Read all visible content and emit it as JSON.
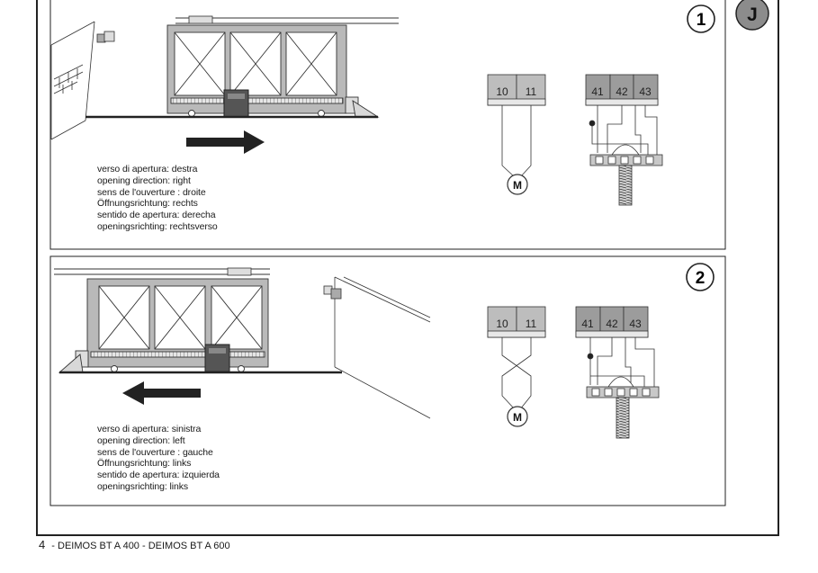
{
  "section_badge": "J",
  "footer": {
    "page_number": "4",
    "separator": "-",
    "title": "DEIMOS BT A 400 - DEIMOS BT A 600"
  },
  "panels": [
    {
      "number": "1",
      "motor_terminals": [
        "10",
        "11"
      ],
      "limit_terminals": [
        "41",
        "42",
        "43"
      ],
      "motor_label": "M",
      "captions": [
        "verso di apertura: destra",
        "opening direction: right",
        "sens de l'ouverture : droite",
        "Öffnungsrichtung: rechts",
        "sentido de apertura: derecha",
        "openingsrichting: rechtsverso"
      ]
    },
    {
      "number": "2",
      "motor_terminals": [
        "10",
        "11"
      ],
      "limit_terminals": [
        "41",
        "42",
        "43"
      ],
      "motor_label": "M",
      "captions": [
        "verso di apertura: sinistra",
        "opening direction: left",
        "sens de l'ouverture : gauche",
        "Öffnungsrichtung: links",
        "sentido de apertura: izquierda",
        "openingsrichting: links"
      ]
    }
  ]
}
